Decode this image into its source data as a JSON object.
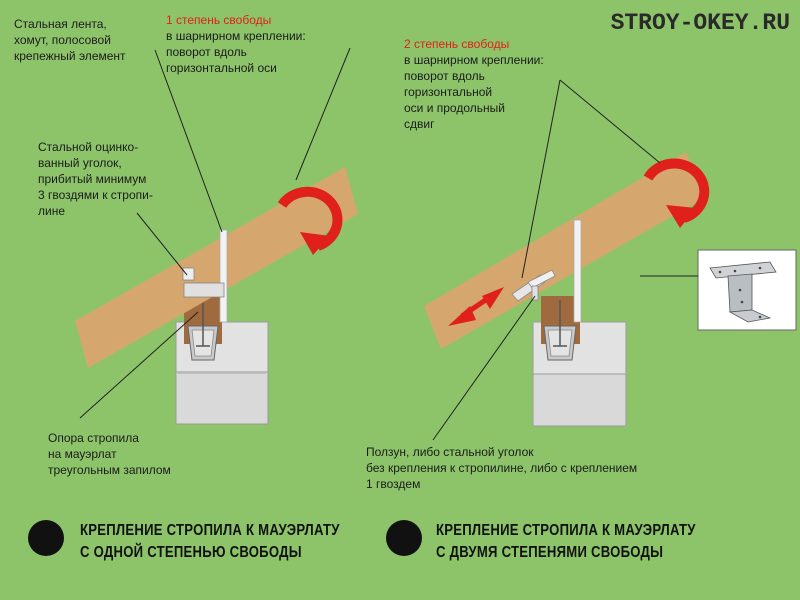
{
  "watermark": "STROY-OKEY.RU",
  "left": {
    "degree_title": "1 степень свободы",
    "degree_text": "в шарнирном креплении:\nповорот вдоль\nгоризонтальной оси",
    "strap_label": "Стальная лента,\nхомут, полосовой\nкрепежный элемент",
    "angle_label": "Стальной оцинко-\nванный уголок,\nприбитый минимум\n3 гвоздями к стропи-\nлине",
    "support_label": "Опора стропила\nна мауэрлат\nтреугольным запилом",
    "caption": "Крепление стропила к мауэрлату\nс одной степенью свободы"
  },
  "right": {
    "degree_title": "2 степень свободы",
    "degree_text": "в шарнирном креплении:\nповорот вдоль\nгоризонтальной\nоси и продольный\nсдвиг",
    "slider_label": "Ползун, либо стальной уголок\nбез крепления к стропилине, либо с креплением\n1 гвоздем",
    "caption": "Крепление стропила к мауэрлату\nс двумя степенями свободы"
  },
  "colors": {
    "background": "#8dc46a",
    "rafter": "#d8a66e",
    "mauerlat": "#9e6a3e",
    "wall": "#dedede",
    "arrow": "#e0201b",
    "text_red": "#e0201b"
  }
}
